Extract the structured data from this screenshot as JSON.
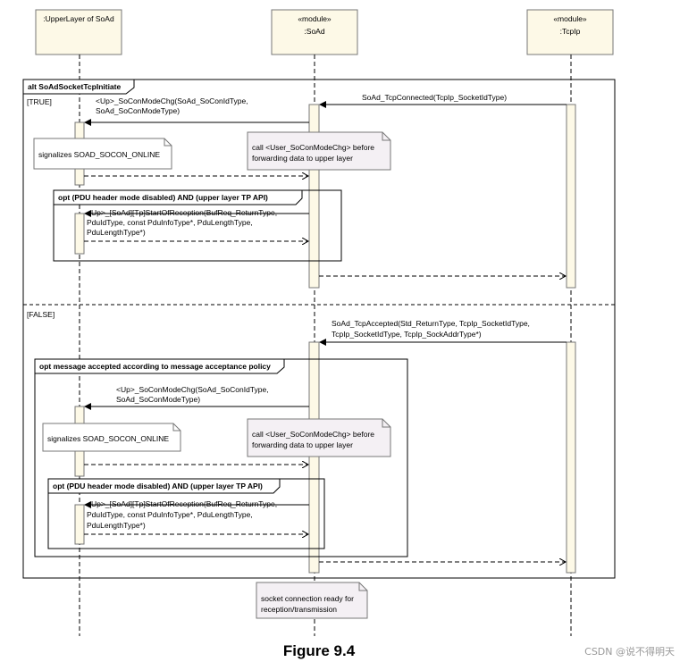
{
  "lifelines": [
    {
      "stereotype": "",
      "name": ":UpperLayer of SoAd"
    },
    {
      "stereotype": "«module»",
      "name": ":SoAd"
    },
    {
      "stereotype": "«module»",
      "name": ":TcpIp"
    }
  ],
  "alt": {
    "label": "alt SoAdSocketTcpInitiate",
    "guard_true": "[TRUE]",
    "guard_false": "[FALSE]"
  },
  "true_branch": {
    "msg_connected": "SoAd_TcpConnected(TcpIp_SocketIdType)",
    "msg_modechg": [
      "<Up>_SoConModeChg(SoAd_SoConIdType,",
      "SoAd_SoConModeType)"
    ],
    "note_online": "signalizes SOAD_SOCON_ONLINE",
    "note_call": [
      "call <User_SoConModeChg> before",
      "forwarding data to upper layer"
    ],
    "opt_label": "opt (PDU header mode disabled) AND (upper layer TP API)",
    "msg_startrx": [
      "<Up>_[SoAd][Tp]StartOfReception(BufReq_ReturnType,",
      "PduIdType, const PduInfoType*, PduLengthType,",
      "PduLengthType*)"
    ]
  },
  "false_branch": {
    "msg_accepted": [
      "SoAd_TcpAccepted(Std_ReturnType, TcpIp_SocketIdType,",
      "TcpIp_SocketIdType, TcpIp_SockAddrType*)"
    ],
    "opt_accept_label": "opt message accepted according to message acceptance policy",
    "msg_modechg": [
      "<Up>_SoConModeChg(SoAd_SoConIdType,",
      "SoAd_SoConModeType)"
    ],
    "note_online": "signalizes SOAD_SOCON_ONLINE",
    "note_call": [
      "call <User_SoConModeChg> before",
      "forwarding data to upper layer"
    ],
    "opt_label": "opt (PDU header mode disabled) AND (upper layer TP API)",
    "msg_startrx": [
      "<Up>_[SoAd][Tp]StartOfReception(BufReq_ReturnType,",
      "PduIdType, const PduInfoType*, PduLengthType,",
      "PduLengthType*)"
    ]
  },
  "final_note": [
    "socket connection ready for",
    "reception/transmission"
  ],
  "caption": "Figure 9.4",
  "watermark": "CSDN @说不得明天"
}
